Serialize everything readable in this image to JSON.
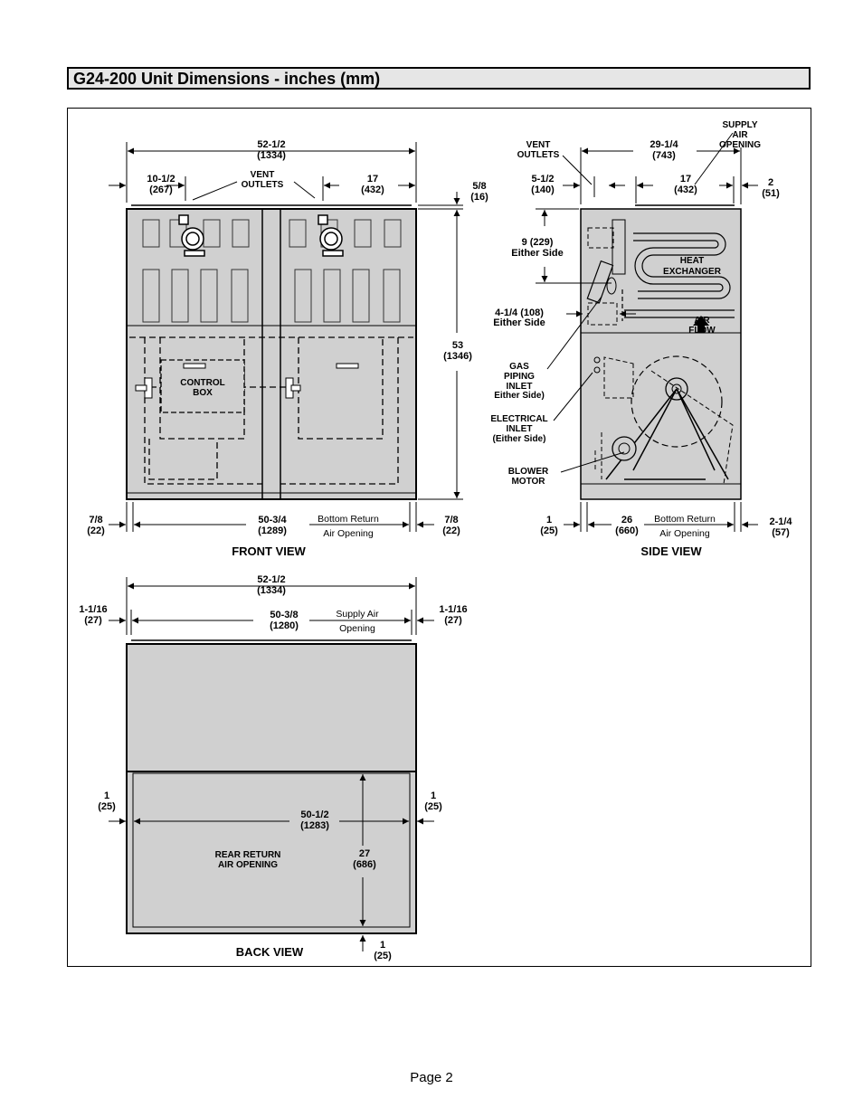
{
  "header": {
    "title": "G24-200 Unit Dimensions - inches (mm)"
  },
  "footer": {
    "page": "Page 2"
  },
  "front": {
    "view": "FRONT VIEW",
    "width": [
      "52-1/2",
      "(1334)"
    ],
    "vent_left": [
      "10-1/2",
      "(267)"
    ],
    "vent_outlets": [
      "VENT",
      "OUTLETS"
    ],
    "vent_right": [
      "17",
      "(432)"
    ],
    "top_gap": [
      "5/8",
      "(16)"
    ],
    "height": [
      "53",
      "(1346)"
    ],
    "control_box": [
      "CONTROL",
      "BOX"
    ],
    "left_margin": [
      "7/8",
      "(22)"
    ],
    "bottom_opening": [
      "50-3/4",
      "(1289)"
    ],
    "bottom_return": [
      "Bottom Return",
      "Air Opening"
    ],
    "right_margin": [
      "7/8",
      "(22)"
    ]
  },
  "side": {
    "view": "SIDE VIEW",
    "vent_outlets": [
      "VENT",
      "OUTLETS"
    ],
    "depth": [
      "29-1/4",
      "(743)"
    ],
    "supply": [
      "SUPPLY",
      "AIR",
      "OPENING"
    ],
    "vent_offset": [
      "5-1/2",
      "(140)"
    ],
    "supply_width": [
      "17",
      "(432)"
    ],
    "supply_right": [
      "2",
      "(51)"
    ],
    "either1": [
      "9 (229)",
      "Either Side"
    ],
    "heat_exchanger": [
      "HEAT",
      "EXCHANGER"
    ],
    "either2": [
      "4-1/4 (108)",
      "Either Side"
    ],
    "air_flow": [
      "AIR",
      "FLOW"
    ],
    "gas": [
      "GAS",
      "PIPING",
      "INLET",
      "Either Side)"
    ],
    "electrical": [
      "ELECTRICAL",
      "INLET",
      "(Either Side)"
    ],
    "blower": [
      "BLOWER",
      "MOTOR"
    ],
    "left_margin": [
      "1",
      "(25)"
    ],
    "bottom_opening": [
      "26",
      "(660)"
    ],
    "bottom_return": [
      "Bottom Return",
      "Air Opening"
    ],
    "right_margin": [
      "2-1/4",
      "(57)"
    ]
  },
  "back": {
    "view": "BACK VIEW",
    "width": [
      "52-1/2",
      "(1334)"
    ],
    "left_gap": [
      "1-1/16",
      "(27)"
    ],
    "supply_width": [
      "50-3/8",
      "(1280)"
    ],
    "supply_label": [
      "Supply Air",
      "Opening"
    ],
    "right_gap": [
      "1-1/16",
      "(27)"
    ],
    "left_margin": [
      "1",
      "(25)"
    ],
    "return_width": [
      "50-1/2",
      "(1283)"
    ],
    "right_margin": [
      "1",
      "(25)"
    ],
    "rear_return": [
      "REAR RETURN",
      "AIR OPENING"
    ],
    "return_height": [
      "27",
      "(686)"
    ],
    "bottom_margin": [
      "1",
      "(25)"
    ]
  }
}
